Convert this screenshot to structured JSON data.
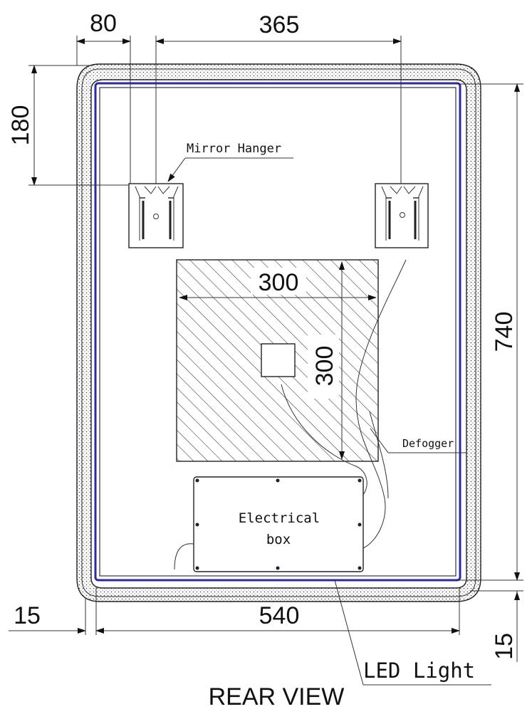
{
  "dimensions": {
    "hanger_offset": "80",
    "hanger_spacing": "365",
    "hanger_height": "180",
    "height": "740",
    "width": "540",
    "defogger_width": "300",
    "defogger_height": "300",
    "border_left": "15",
    "border_bottom": "15"
  },
  "labels": {
    "mirror_hanger": "Mirror Hanger",
    "defogger": "Defogger",
    "electrical_box_line1": "Electrical",
    "electrical_box_line2": "box",
    "led_light": "LED Light",
    "view_title": "REAR VIEW"
  },
  "colors": {
    "led_strip": "#2a2aa8",
    "line": "#222222"
  }
}
